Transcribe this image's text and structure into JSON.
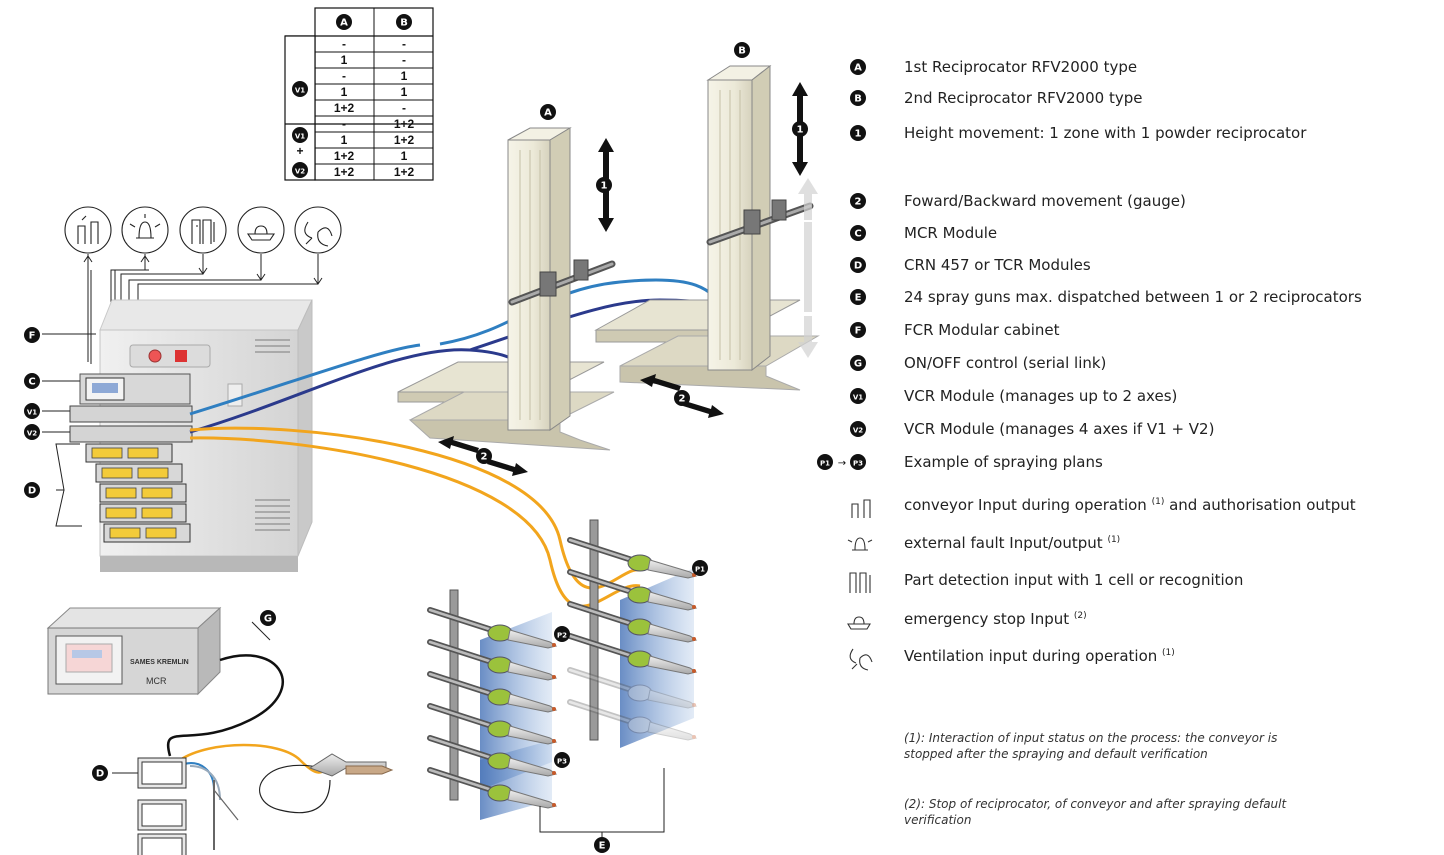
{
  "table": {
    "headers": [
      "A",
      "B"
    ],
    "group_labels": [
      "V1",
      "+",
      "V2"
    ],
    "rows": [
      [
        "-",
        "-"
      ],
      [
        "1",
        "-"
      ],
      [
        "-",
        "1"
      ],
      [
        "1",
        "1"
      ],
      [
        "1+2",
        "-"
      ],
      [
        "-",
        "1+2"
      ],
      [
        "1",
        "1+2"
      ],
      [
        "1+2",
        "1"
      ],
      [
        "1+2",
        "1+2"
      ]
    ]
  },
  "legend": [
    {
      "badge": "A",
      "text": "1st Reciprocator RFV2000 type"
    },
    {
      "badge": "B",
      "text": "2nd Reciprocator RFV2000 type"
    },
    {
      "badge": "1",
      "text": "Height movement: 1 zone with 1 powder reciprocator"
    },
    {
      "badge": "2",
      "text": "Foward/Backward movement (gauge)"
    },
    {
      "badge": "C",
      "text": "MCR Module"
    },
    {
      "badge": "D",
      "text": "CRN 457 or TCR Modules"
    },
    {
      "badge": "E",
      "text": "24 spray guns max. dispatched between 1 or 2 reciprocators"
    },
    {
      "badge": "F",
      "text": "FCR  Modular cabinet"
    },
    {
      "badge": "G",
      "text": "ON/OFF control (serial link)"
    },
    {
      "badge": "V1",
      "text": "VCR Module (manages up to 2 axes)"
    },
    {
      "badge": "V2",
      "text": "VCR Module (manages 4 axes if V1 + V2)"
    },
    {
      "badge": "P1→P3",
      "text": "Example of spraying plans"
    },
    {
      "icon": "conveyor-icon",
      "text": "conveyor Input during operation ",
      "sup": "(1)",
      "text2": " and authorisation output"
    },
    {
      "icon": "bell-icon",
      "text": "external fault Input/output ",
      "sup": "(1)"
    },
    {
      "icon": "part-detection-icon",
      "text": "Part detection input with 1 cell or recognition"
    },
    {
      "icon": "emergency-stop-icon",
      "text": "emergency stop Input ",
      "sup": "(2)"
    },
    {
      "icon": "fan-icon",
      "text": "Ventilation input during operation ",
      "sup": "(1)"
    }
  ],
  "notes": [
    [
      "(1): Interaction of input status on the process: the conveyor is",
      "stopped after the spraying and default verification"
    ],
    [
      "(2): Stop of reciprocator, of conveyor and after spraying default",
      "verification"
    ]
  ],
  "callouts": {
    "A": "A",
    "B": "B",
    "C": "C",
    "D": "D",
    "E": "E",
    "F": "F",
    "G": "G",
    "V1": "V1",
    "V2": "V2",
    "P1": "P1",
    "P2": "P2",
    "P3": "P3",
    "one": "1",
    "two": "2"
  },
  "device": {
    "brand": "SAMES KREMLIN",
    "model": "MCR"
  },
  "colors": {
    "badge": "#111111",
    "cable_blue": "#2f7fc1",
    "cable_navy": "#2b3a8c",
    "cable_orange": "#f2a51d",
    "column": "#ece9d8",
    "panel_blue": "#5b86c4",
    "gun_green": "#9bc23c"
  }
}
